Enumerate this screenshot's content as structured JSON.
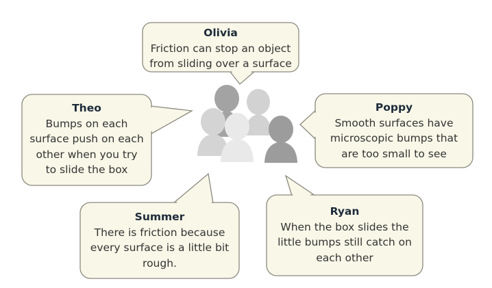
{
  "colors": {
    "bubble_fill": "#f8f7e8",
    "bubble_stroke": "#8a8a80",
    "name_text": "#1e2b3a",
    "body_text": "#333333"
  },
  "people_icon": "group-of-people-icon",
  "bubbles": [
    {
      "name": "Olivia",
      "lines": [
        "Friction can stop an object",
        "from sliding over a surface"
      ]
    },
    {
      "name": "Theo",
      "lines": [
        "Bumps on each",
        "surface push on each",
        "other when you try",
        "to slide the box"
      ]
    },
    {
      "name": "Poppy",
      "lines": [
        "Smooth surfaces have",
        "microscopic bumps that",
        "are too small to see"
      ]
    },
    {
      "name": "Summer",
      "lines": [
        "There is friction because",
        "every surface is a little bit",
        "rough."
      ]
    },
    {
      "name": "Ryan",
      "lines": [
        "When the box slides the",
        "little bumps still catch on",
        "each other"
      ]
    }
  ]
}
